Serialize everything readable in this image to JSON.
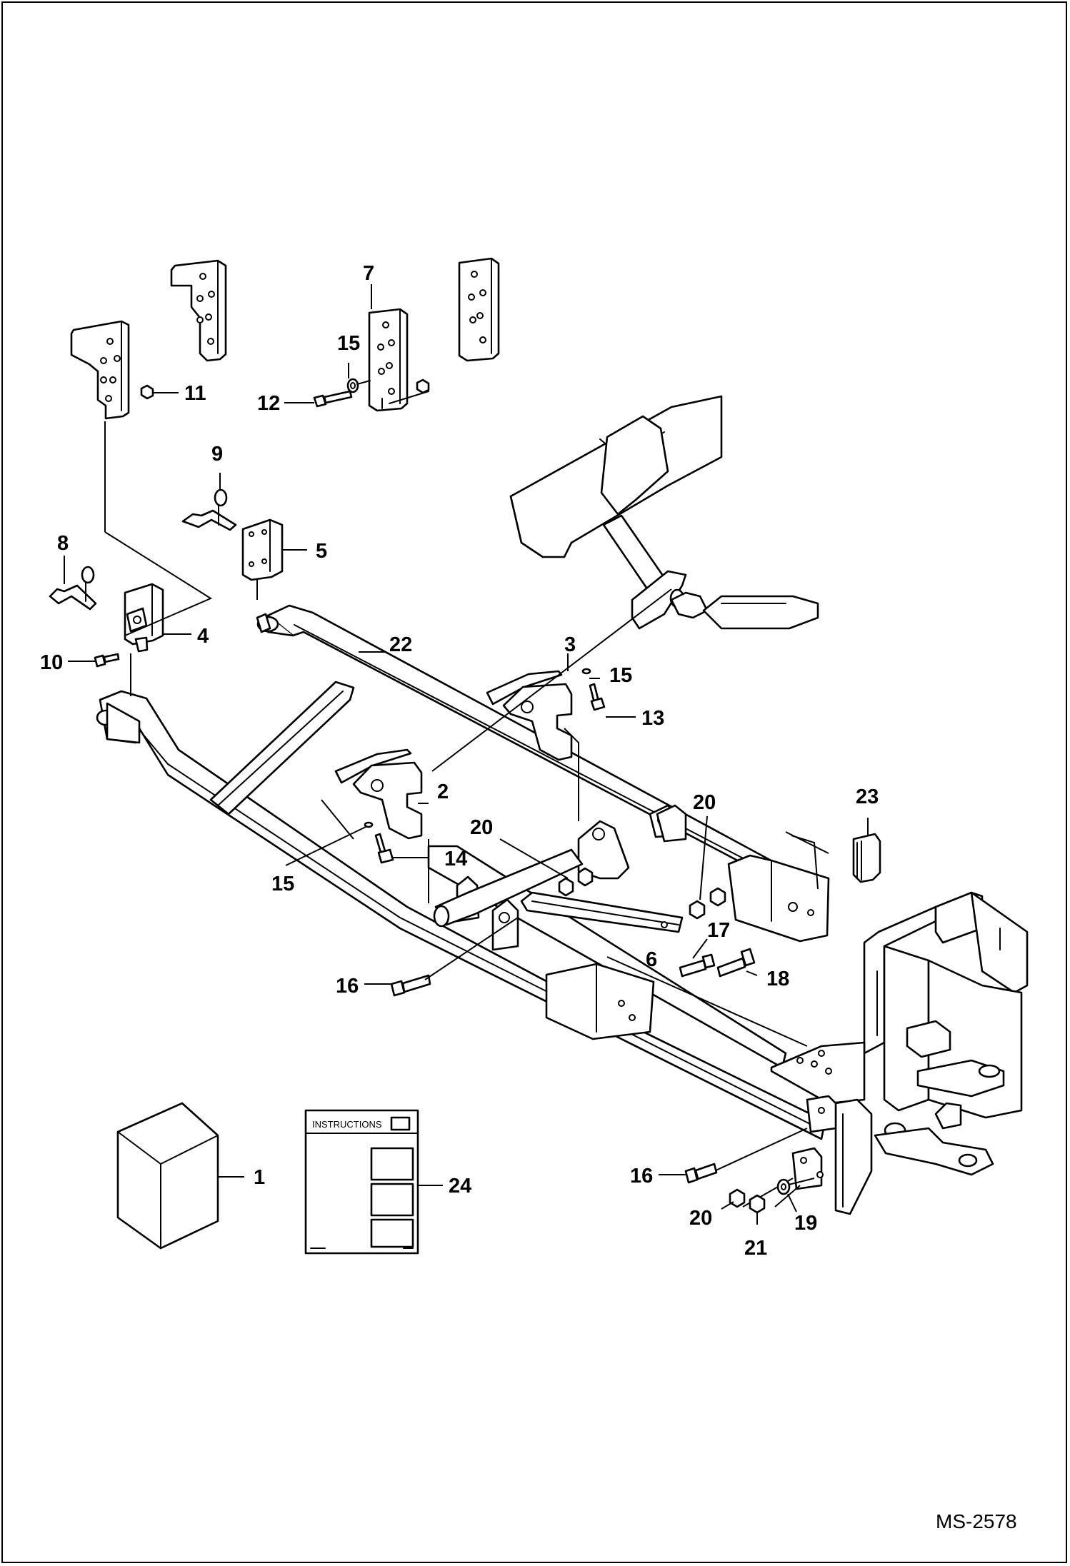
{
  "diagram": {
    "reference": "MS-2578",
    "instructions_label": "INSTRUCTIONS",
    "callouts": {
      "c1": "1",
      "c2": "2",
      "c3": "3",
      "c4": "4",
      "c5": "5",
      "c6": "6",
      "c7": "7",
      "c8": "8",
      "c9": "9",
      "c10": "10",
      "c11": "11",
      "c12": "12",
      "c13": "13",
      "c14": "14",
      "c15a": "15",
      "c15b": "15",
      "c15c": "15",
      "c16a": "16",
      "c16b": "16",
      "c17": "17",
      "c18": "18",
      "c19": "19",
      "c20a": "20",
      "c20b": "20",
      "c20c": "20",
      "c21": "21",
      "c22": "22",
      "c23": "23",
      "c24": "24"
    }
  }
}
